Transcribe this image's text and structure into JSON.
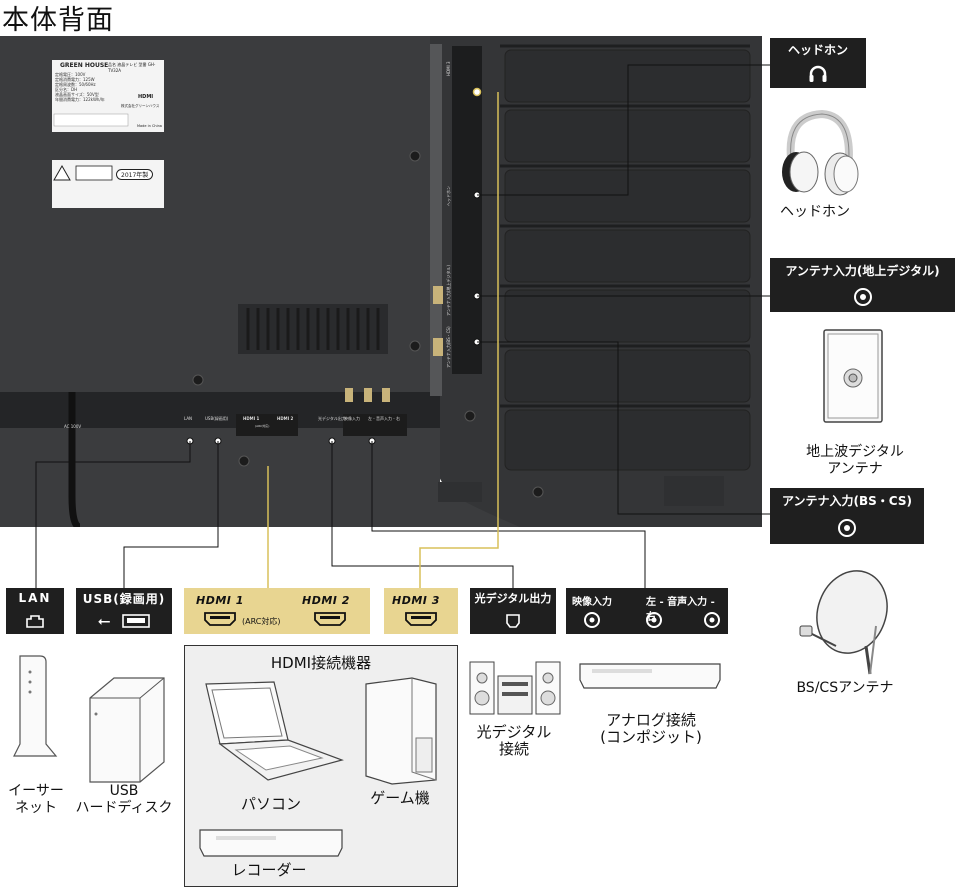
{
  "title": "本体背面",
  "rating_plate": {
    "brand": "GREEN HOUSE",
    "model_line": "品名 液晶テレビ 型番 GH-TV32A",
    "specs": [
      "定格電圧：100V",
      "定格消費電力：125W",
      "定格周波数：50/60Hz",
      "区分名：DH",
      "液晶画面サイズ：50V型",
      "年間消費電力：122kWh/年"
    ],
    "hdmi_logo": "HDMI",
    "maker": "株式会社グリーンハウス",
    "origin": "Made in China",
    "year_badge": "2017年製"
  },
  "panel_labels": {
    "lan": "LAN",
    "usb": "USB(録画用)",
    "hdmi1": "HDMI 1",
    "hdmi1_arc": "(ARC対応)",
    "hdmi2": "HDMI 2",
    "optical": "光デジタル出力",
    "video_in": "映像入力",
    "audio_in": "左 - 音声入力 - 右",
    "side_hdmi3": "HDMI 3",
    "side_headphone": "ヘッドホン",
    "side_antenna_terrestrial": "アンテナ入力(地上デジタル)",
    "side_antenna_bs": "アンテナ入力(BS・CS)",
    "power": "AC 100V"
  },
  "callouts": {
    "headphone": {
      "header": "ヘッドホン",
      "caption": "ヘッドホン"
    },
    "antenna_terrestrial": {
      "header": "アンテナ入力(地上デジタル)",
      "caption": "地上波デジタル\nアンテナ"
    },
    "antenna_bs": {
      "header": "アンテナ入力(BS・CS)",
      "caption": "BS/CSアンテナ"
    }
  },
  "bottom_boxes": {
    "lan": {
      "header": "LAN",
      "caption": "イーサー\nネット"
    },
    "usb": {
      "header": "USB(録画用)",
      "caption": "USB\nハードディスク"
    },
    "hdmi1": {
      "label": "HDMI 1",
      "note": "(ARC対応)"
    },
    "hdmi2": {
      "label": "HDMI 2"
    },
    "hdmi3": {
      "label": "HDMI 3"
    },
    "optical": {
      "header": "光デジタル出力",
      "caption": "光デジタル\n接続"
    },
    "analog": {
      "header_video": "映像入力",
      "header_audio": "左 - 音声入力 - 右",
      "caption": "アナログ接続\n(コンポジット)"
    }
  },
  "hdmi_group": {
    "title": "HDMI接続機器",
    "devices": [
      "パソコン",
      "ゲーム機",
      "レコーダー"
    ]
  },
  "colors": {
    "panel": "#3b3c3e",
    "panel_dark": "#2a2b2d",
    "label_box": "#1f1f1f",
    "hdmi_gold": "#e8d591",
    "hdmi_line": "#d8c05a",
    "group_bg": "#efefef"
  }
}
